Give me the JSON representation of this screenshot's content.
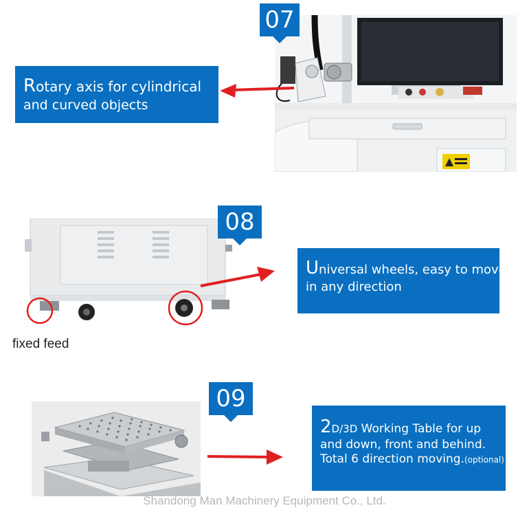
{
  "section_07": {
    "number": "07",
    "caption_line1_initial": "R",
    "caption_line1_rest": "otary axis for cylindrical",
    "caption_line2": "and curved objects"
  },
  "section_08": {
    "number": "08",
    "caption_line1_initial": "U",
    "caption_line1_rest": "niversal wheels, easy to move",
    "caption_line2": "in any direction",
    "fixed_feed_label": "fixed feed"
  },
  "section_09": {
    "number": "09",
    "caption_line1_initial": "2",
    "caption_line1_small": "D/3D",
    "caption_line1_rest": " Working Table for up",
    "caption_line2": "and down, front and behind.",
    "caption_line3_main": "Total 6 direction moving.",
    "caption_line3_small": "(optional)"
  },
  "watermark": "Shandong Man Machinery Equipment Co., Ltd.",
  "colors": {
    "accent_blue": "#0a6fc0",
    "arrow_red": "#e02020"
  }
}
